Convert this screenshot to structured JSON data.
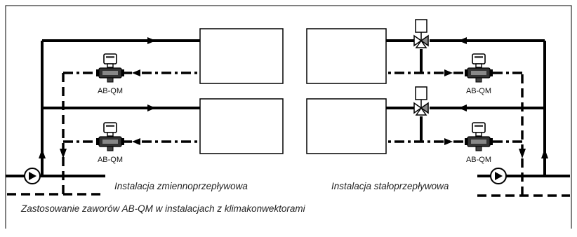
{
  "labels": {
    "valve_label": "AB-QM",
    "variable_flow_caption": "Instalacja zmiennoprzepływowa",
    "constant_flow_caption": "Instalacja stałoprzepływowa",
    "figure_caption": "Zastosowanie zaworów AB-QM w instalacjach z klimakonwektorami"
  },
  "icons": {
    "pump": "pump-icon",
    "valve": "ab-qm-valve-icon",
    "three_way_valve": "three-way-valve-icon"
  }
}
